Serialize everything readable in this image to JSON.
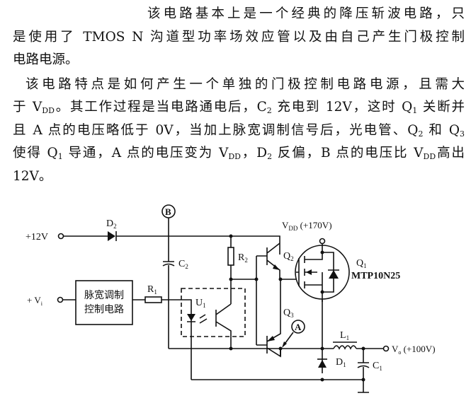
{
  "paragraphs": [
    [
      [
        {
          "t": "该电路基本上是一个经典的降压斩波电路，只"
        }
      ],
      [
        {
          "t": "是使用了 TMOS N 沟道型功率场效应管以及由自己产生门极控制"
        }
      ],
      [
        {
          "t": "电路电源。"
        }
      ]
    ],
    [
      [
        {
          "t": "该电路特点是如何产生一个单独的门极控制电路电源，且需大"
        }
      ],
      [
        {
          "t": "于 V"
        },
        {
          "t": "DD",
          "sub": true
        },
        {
          "t": "。其工作过程是当电路通电后，C"
        },
        {
          "t": "2",
          "sub": true
        },
        {
          "t": " 充电到 12V，这时 Q"
        },
        {
          "t": "1",
          "sub": true
        },
        {
          "t": " 关断并"
        }
      ],
      [
        {
          "t": "且 A 点的电压略低于 0V，当加上脉宽调制信号后，光电管、Q"
        },
        {
          "t": "2",
          "sub": true
        },
        {
          "t": " 和 Q"
        },
        {
          "t": "3",
          "sub": true
        }
      ],
      [
        {
          "t": "使得 Q"
        },
        {
          "t": "1",
          "sub": true
        },
        {
          "t": " 导通，A 点的电压变为 V"
        },
        {
          "t": "DD",
          "sub": true
        },
        {
          "t": "，D"
        },
        {
          "t": "2",
          "sub": true
        },
        {
          "t": " 反偏，B 点的电压比 V"
        },
        {
          "t": "DD",
          "sub": true
        },
        {
          "t": "高出"
        }
      ],
      [
        {
          "t": "12V。"
        }
      ]
    ]
  ],
  "diagram": {
    "plus12v": "+12V",
    "d2": {
      "main": "D",
      "sub": "2"
    },
    "b": "B",
    "a": "A",
    "vdd": {
      "main": "V",
      "sub": "DD",
      "rest": " (+170V)"
    },
    "r2": {
      "main": "R",
      "sub": "2"
    },
    "r1": {
      "main": "R",
      "sub": "1"
    },
    "c2": {
      "main": "C",
      "sub": "2"
    },
    "c1": {
      "main": "C",
      "sub": "1"
    },
    "q2": {
      "main": "Q",
      "sub": "2"
    },
    "q3": {
      "main": "Q",
      "sub": "3"
    },
    "q1": {
      "main": "Q",
      "sub": "1"
    },
    "q1_part": "MTP10N25",
    "u1": {
      "main": "U",
      "sub": "1"
    },
    "d1": {
      "main": "D",
      "sub": "1"
    },
    "l1": {
      "main": "L",
      "sub": "1"
    },
    "vi": {
      "main": "+ V",
      "sub": "i"
    },
    "vo": {
      "main": "V",
      "sub": "o",
      "rest": " (+100V)"
    },
    "pwm_line1": "脉宽调制",
    "pwm_line2": "控制电路"
  }
}
